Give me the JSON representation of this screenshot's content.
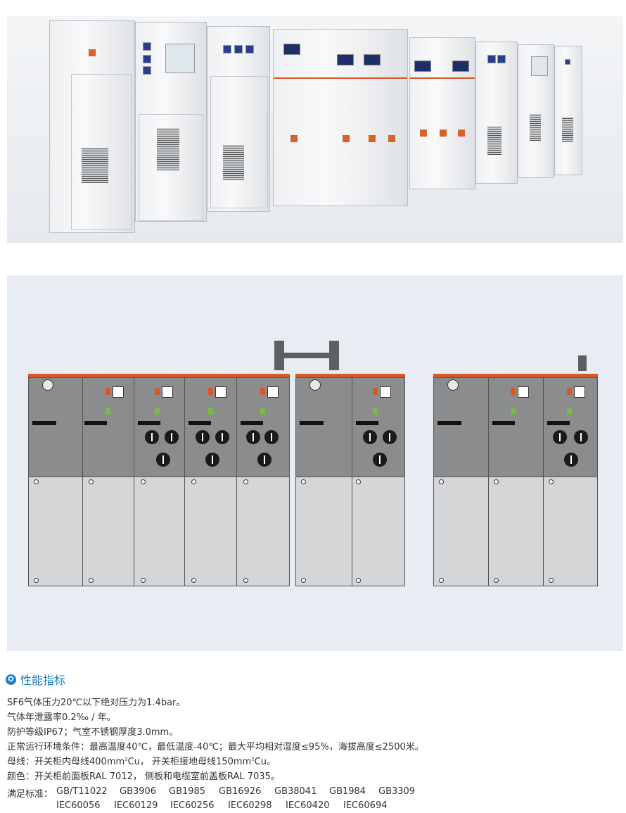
{
  "specs": {
    "title": "性能指标",
    "lines": [
      "SF6气体压力20℃以下绝对压力为1.4bar。",
      "气体年泄露率0.2‰ / 年。",
      "防护等级IP67；气室不锈钢厚度3.0mm。",
      "正常运行环境条件：最高温度40℃，最低温度-40℃；最大平均相对湿度≤95%，海拔高度≤2500米。"
    ],
    "busbar": {
      "prefix": "母线：开关柜内母线400mm",
      "sup1": "2",
      "mid": "Cu，  开关柜接地母线150mm",
      "sup2": "2",
      "suffix": "Cu。"
    },
    "color_line": "颜色：开关柜前面板RAL 7012，  侧板和电缆室前盖板RAL 7035。",
    "standards_label": "满足标准：",
    "standards_row1": [
      "GB/T11022",
      "GB3906",
      "GB1985",
      "GB16926",
      "GB38041",
      "GB1984",
      "GB3309"
    ],
    "standards_row2": [
      "IEC60056",
      "IEC60129",
      "IEC60256",
      "IEC60298",
      "IEC60420",
      "IEC60694"
    ]
  },
  "colors": {
    "accent_blue": "#1a80c4",
    "panel_orange": "#d8572d",
    "panel_gray": "#8a8c8e",
    "door_gray": "#d4d6d8"
  },
  "icons": {
    "title_icon": "star-circle-icon"
  }
}
